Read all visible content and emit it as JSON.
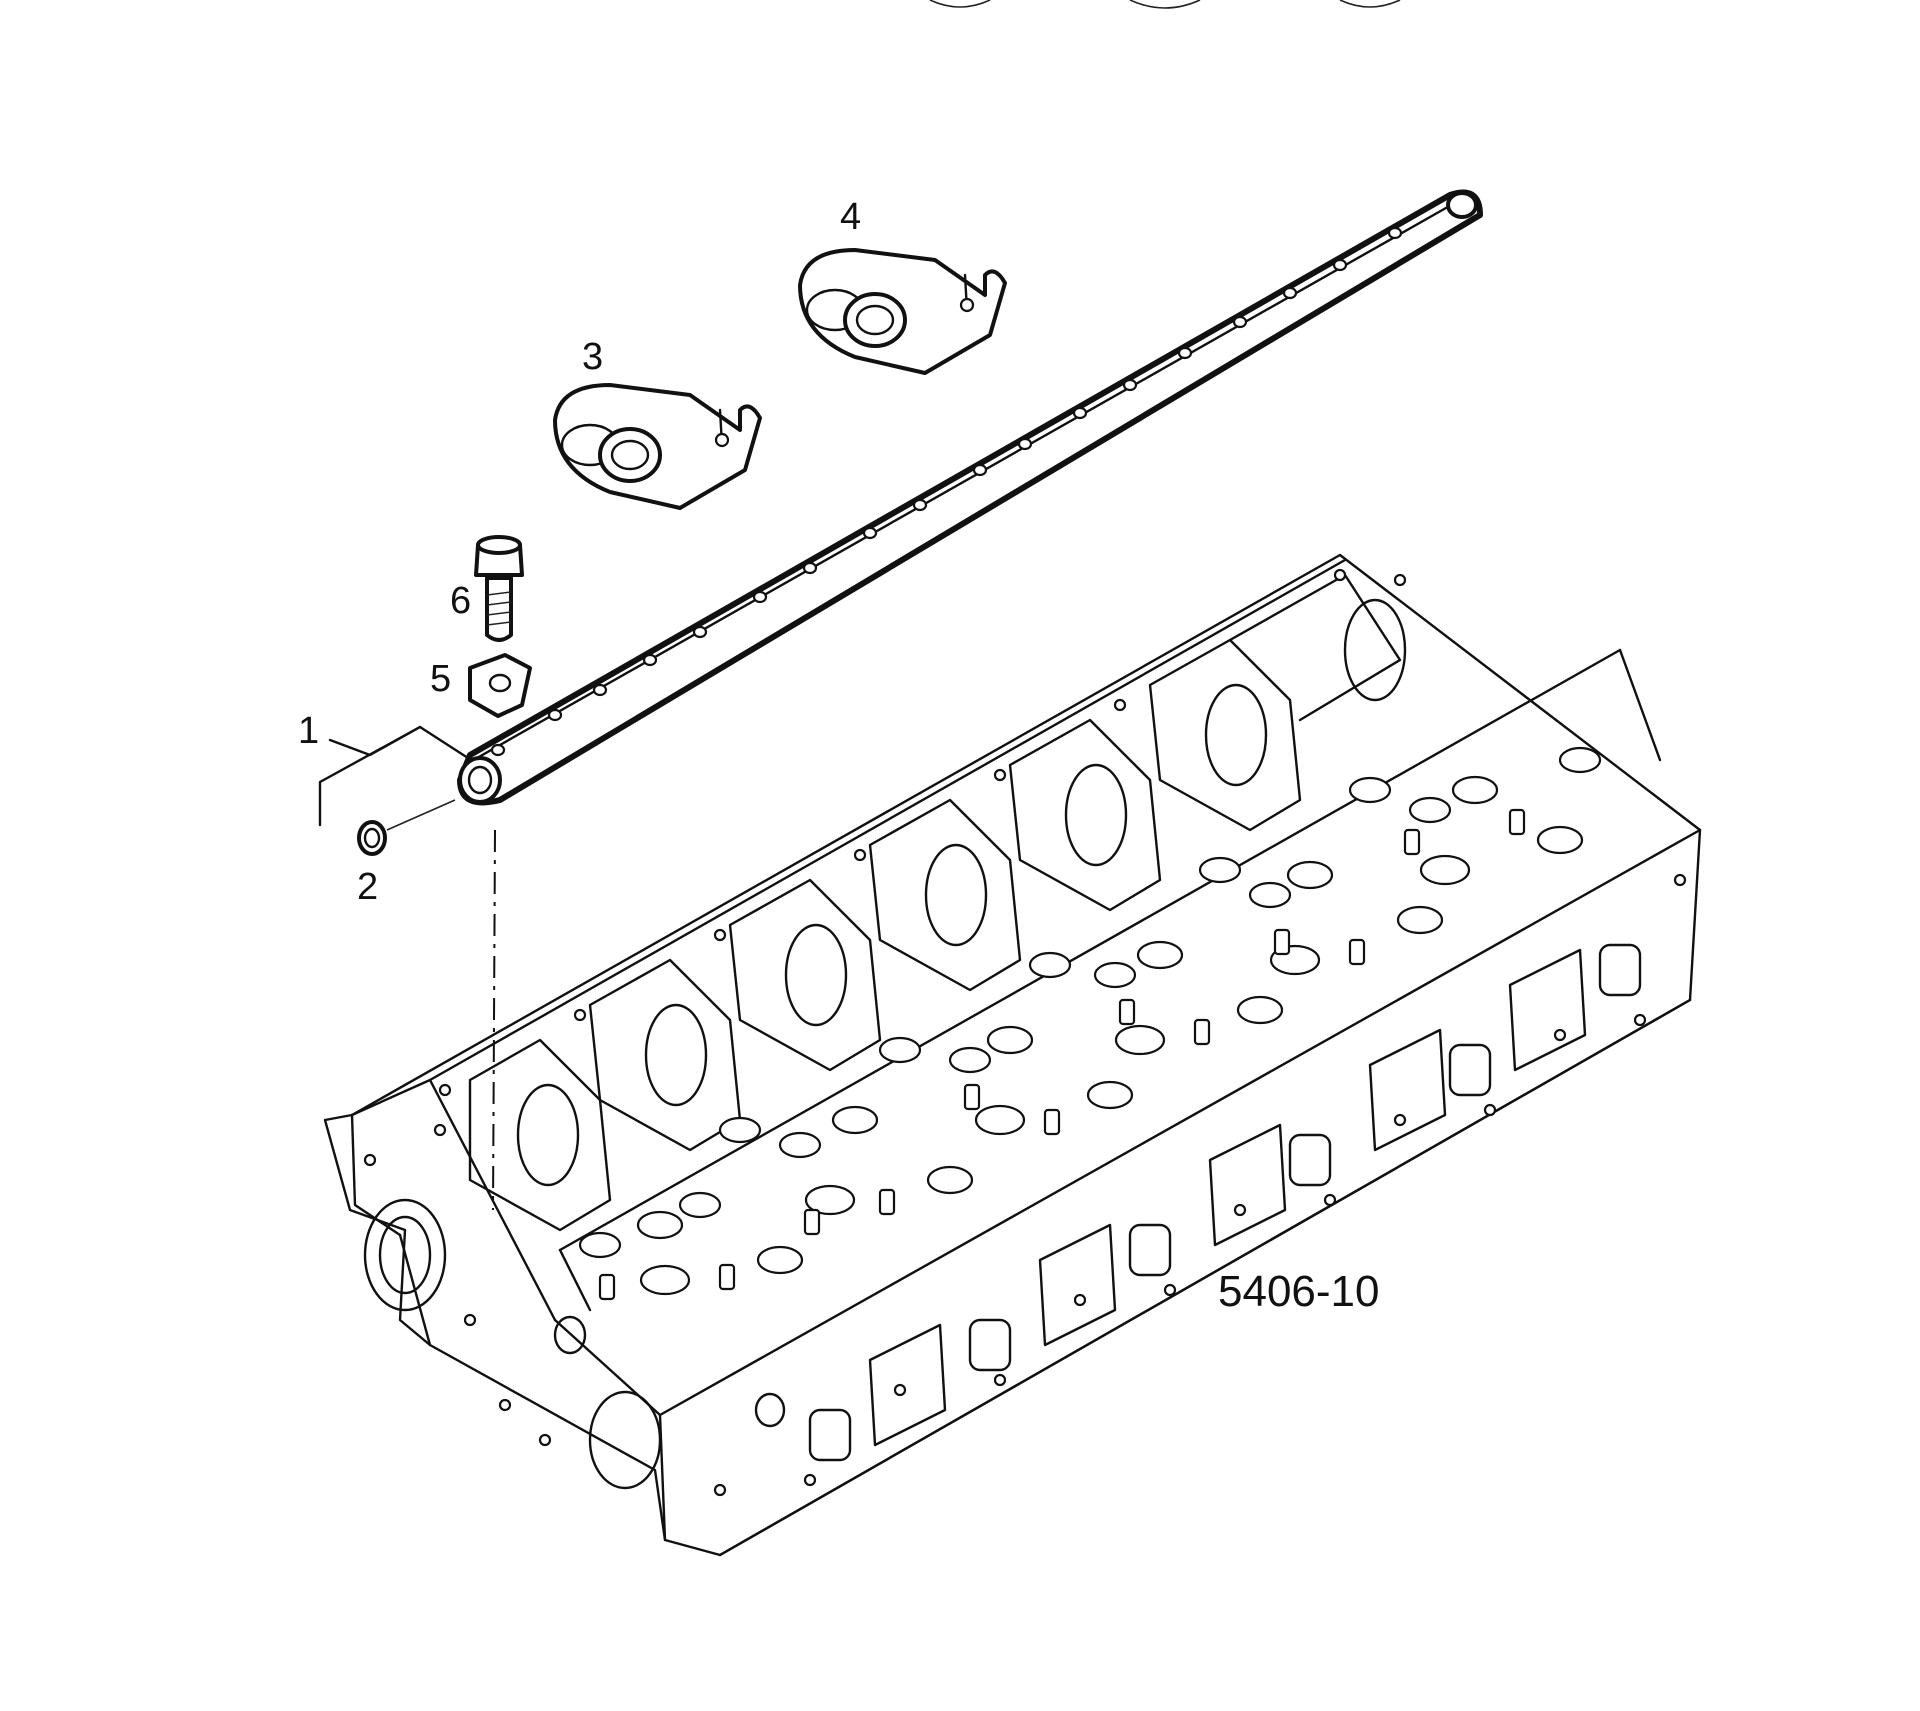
{
  "figure_code": "5406-10",
  "callouts": [
    {
      "id": "1",
      "text": "1"
    },
    {
      "id": "2",
      "text": "2"
    },
    {
      "id": "3",
      "text": "3"
    },
    {
      "id": "4",
      "text": "4"
    },
    {
      "id": "5",
      "text": "5"
    },
    {
      "id": "6",
      "text": "6"
    }
  ]
}
